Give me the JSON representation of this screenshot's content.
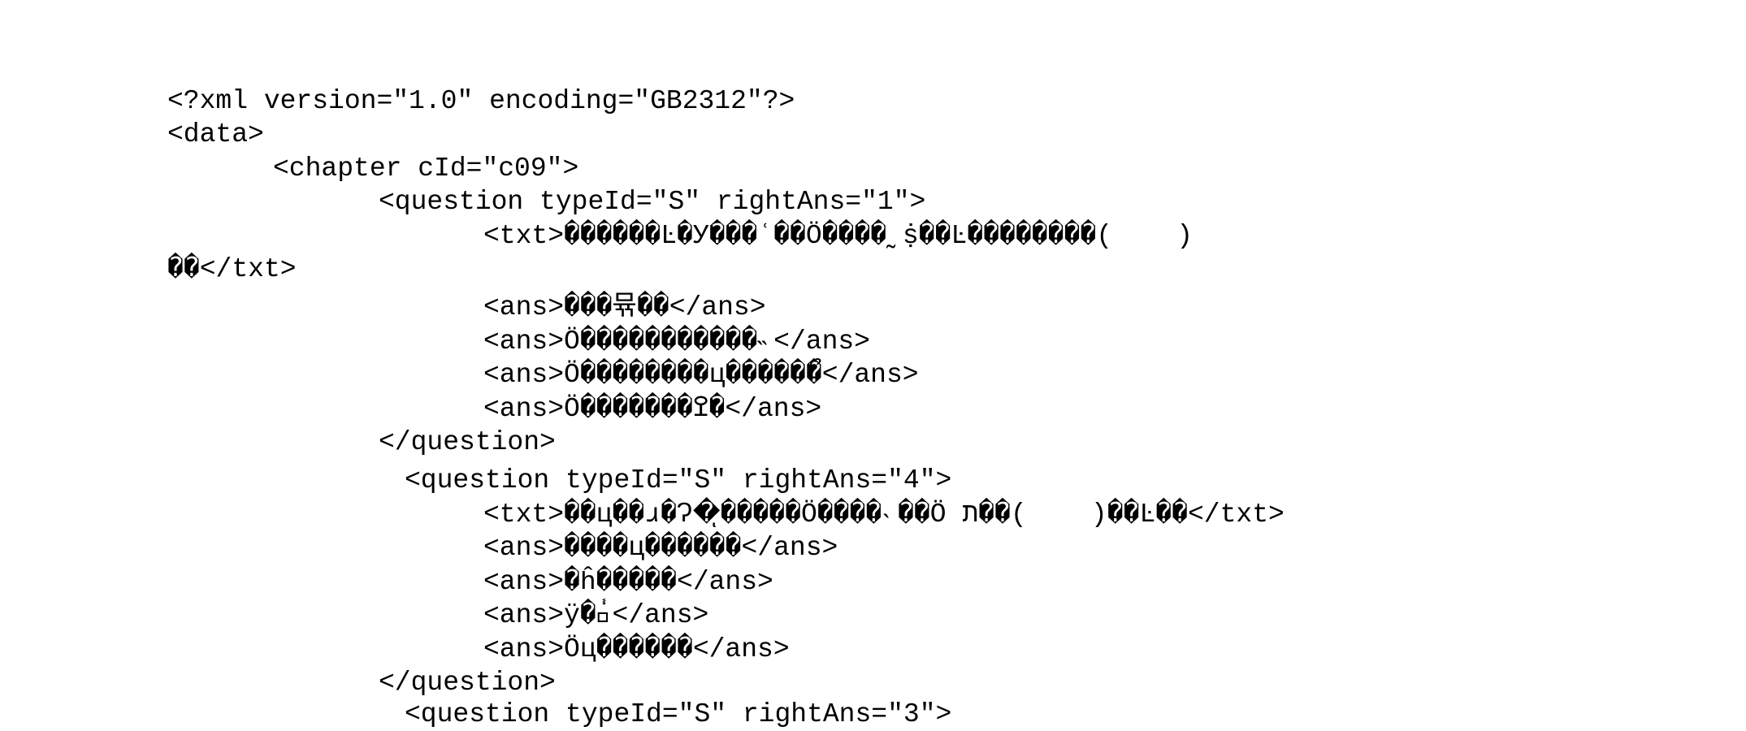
{
  "document": {
    "lines": [
      "<?xml version=\"1.0\" encoding=\"GB2312\"?>",
      "<data>",
      "<chapter cId=\"c09\">",
      "<question typeId=\"S\" rightAns=\"1\">",
      "<txt>������Ŀ�У���ʿ��Ö����˷ṩ��Ŀ��������(    )",
      "��</txt>",
      "<ans>���뮦��</ans>",
      "<ans>Ö�����������˵</ans>",
      "<ans>Ö��������ц�����ޯ�</ans>",
      "<ans>Ö�������ߐ�</ans>",
      "</question>",
      "<question typeId=\"S\" rightAns=\"4\">",
      "<txt>��ц��ɹ�Ɂ�ͅ�����Ö����˴��Ö ת��(    )��Ŀ��</txt>",
      "<ans>����ц������</ans>",
      "<ans>�ĥ�����</ans>",
      "<ans>ÿ�ׁ�֓</ans>",
      "<ans>Öц������</ans>",
      "</question>",
      "<question typeId=\"S\" rightAns=\"3\">"
    ]
  }
}
